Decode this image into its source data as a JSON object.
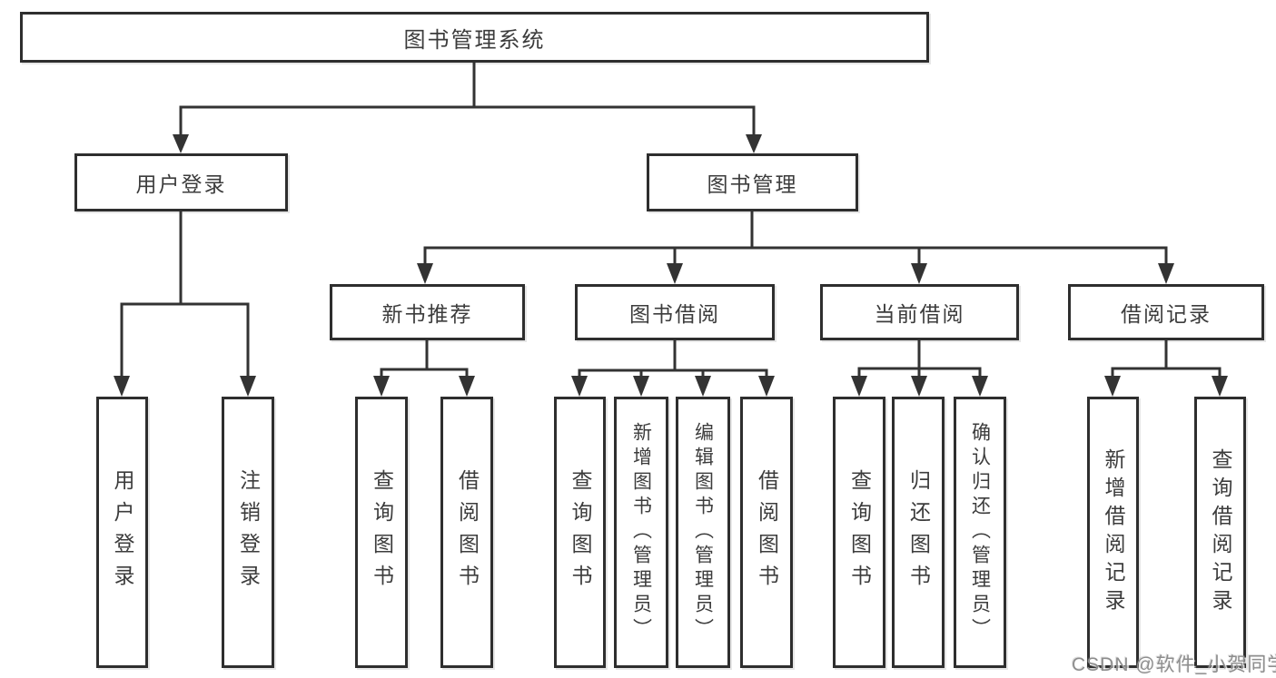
{
  "diagram": {
    "root": {
      "label": "图书管理系统"
    },
    "level2": [
      {
        "label": "用户登录"
      },
      {
        "label": "图书管理"
      }
    ],
    "level3": [
      {
        "label": "新书推荐"
      },
      {
        "label": "图书借阅"
      },
      {
        "label": "当前借阅"
      },
      {
        "label": "借阅记录"
      }
    ],
    "leaves": [
      {
        "label": "用户登录"
      },
      {
        "label": "注销登录"
      },
      {
        "label": "查询图书"
      },
      {
        "label": "借阅图书"
      },
      {
        "label": "查询图书"
      },
      {
        "label": "新增图书（管理员）"
      },
      {
        "label": "编辑图书（管理员）"
      },
      {
        "label": "借阅图书"
      },
      {
        "label": "查询图书"
      },
      {
        "label": "归还图书"
      },
      {
        "label": "确认归还（管理员）"
      },
      {
        "label": "新增借阅记录"
      },
      {
        "label": "查询借阅记录"
      }
    ]
  },
  "watermark": {
    "text": "CSDN @软件_小贺同学"
  },
  "colors": {
    "line": "#333333",
    "border": "#2e2e2e",
    "text": "#3c3c3c",
    "watermark": "#8e8e8e",
    "background": "#ffffff"
  }
}
